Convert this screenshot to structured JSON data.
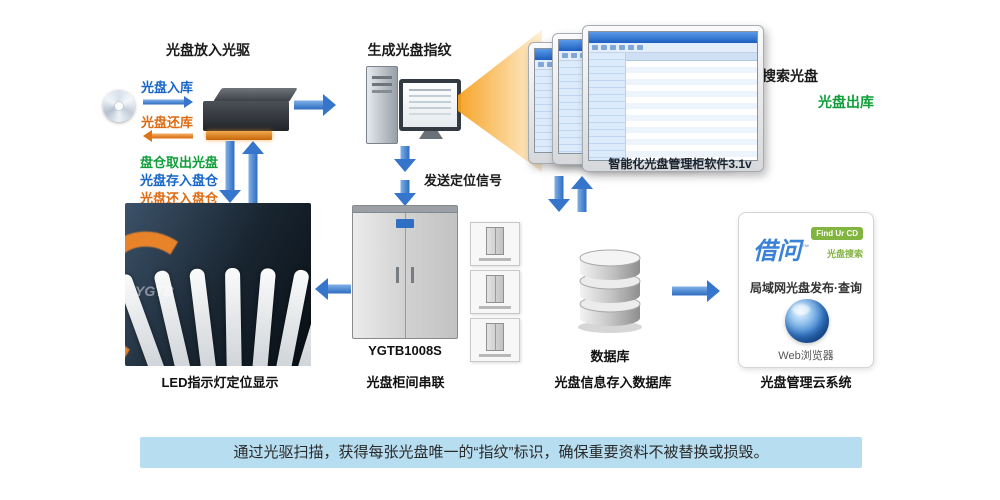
{
  "colors": {
    "arrow_blue": "#3576cc",
    "text_blue": "#1565c8",
    "text_orange": "#dd6b12",
    "text_green": "#0f9e3a",
    "brand_blue": "#3a82d8",
    "badge_green": "#82b440",
    "banner_bg": "#b7ddf1"
  },
  "top": {
    "drive_title": "光盘放入光驱",
    "disc_in": "光盘入库",
    "disc_return": "光盘还库",
    "fingerprint_title": "生成光盘指纹",
    "search_disc": "搜索光盘",
    "disc_out": "光盘出库"
  },
  "middle": {
    "take_out": "盘仓取出光盘",
    "put_in": "光盘存入盘仓",
    "return_in": "光盘还入盘仓",
    "send_signal": "发送定位信号",
    "software_name": "智能化光盘管理柜软件3.1v"
  },
  "bottom": {
    "led_watermark": "YGTB",
    "led_caption": "LED指示灯定位显示",
    "cabinet_model": "YGTB1008S",
    "cabinet_caption": "光盘柜间串联",
    "database_label": "数据库",
    "database_caption": "光盘信息存入数据库",
    "cloud_caption": "光盘管理云系统"
  },
  "cloud": {
    "brand": "借问",
    "trademark": "™",
    "badge": "Find Ur CD",
    "sub": "光盘搜索",
    "desc": "局域网光盘发布·查询",
    "browser": "Web浏览器"
  },
  "banner": {
    "text": "通过光驱扫描，获得每张光盘唯一的“指纹”标识，确保重要资料不被替换或损毁。"
  }
}
